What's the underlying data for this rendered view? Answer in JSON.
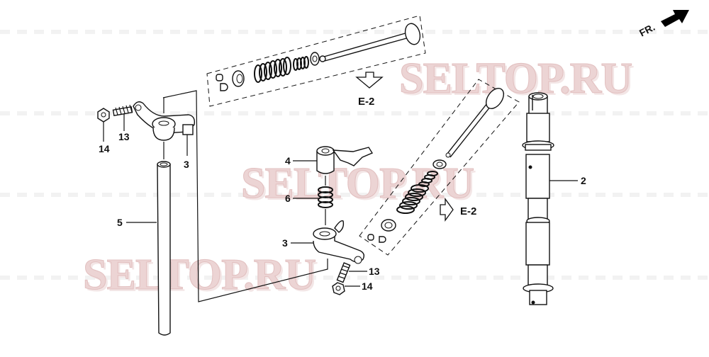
{
  "diagram": {
    "title": "Rocker arm / camshaft / valve exploded parts diagram",
    "orientation": {
      "label": "FR.",
      "icon": "front-direction-arrow"
    },
    "watermark": {
      "text": "SELTOP.RU",
      "color": "#ecd4d4",
      "count": 3
    },
    "references": [
      {
        "id": "ref-top",
        "label": "E-2",
        "icon": "hollow-arrow-down"
      },
      {
        "id": "ref-mid",
        "label": "E-2",
        "icon": "hollow-arrow-right"
      }
    ],
    "callouts": [
      {
        "number": "2",
        "part": "camshaft"
      },
      {
        "number": "3",
        "part": "rocker-arm-upper"
      },
      {
        "number": "3",
        "part": "rocker-arm-lower"
      },
      {
        "number": "4",
        "part": "rocker-arm-lifter"
      },
      {
        "number": "5",
        "part": "pushrod"
      },
      {
        "number": "6",
        "part": "rocker-spring"
      },
      {
        "number": "13",
        "part": "adjusting-screw-upper"
      },
      {
        "number": "13",
        "part": "adjusting-screw-lower"
      },
      {
        "number": "14",
        "part": "lock-nut-upper"
      },
      {
        "number": "14",
        "part": "lock-nut-lower"
      }
    ]
  }
}
